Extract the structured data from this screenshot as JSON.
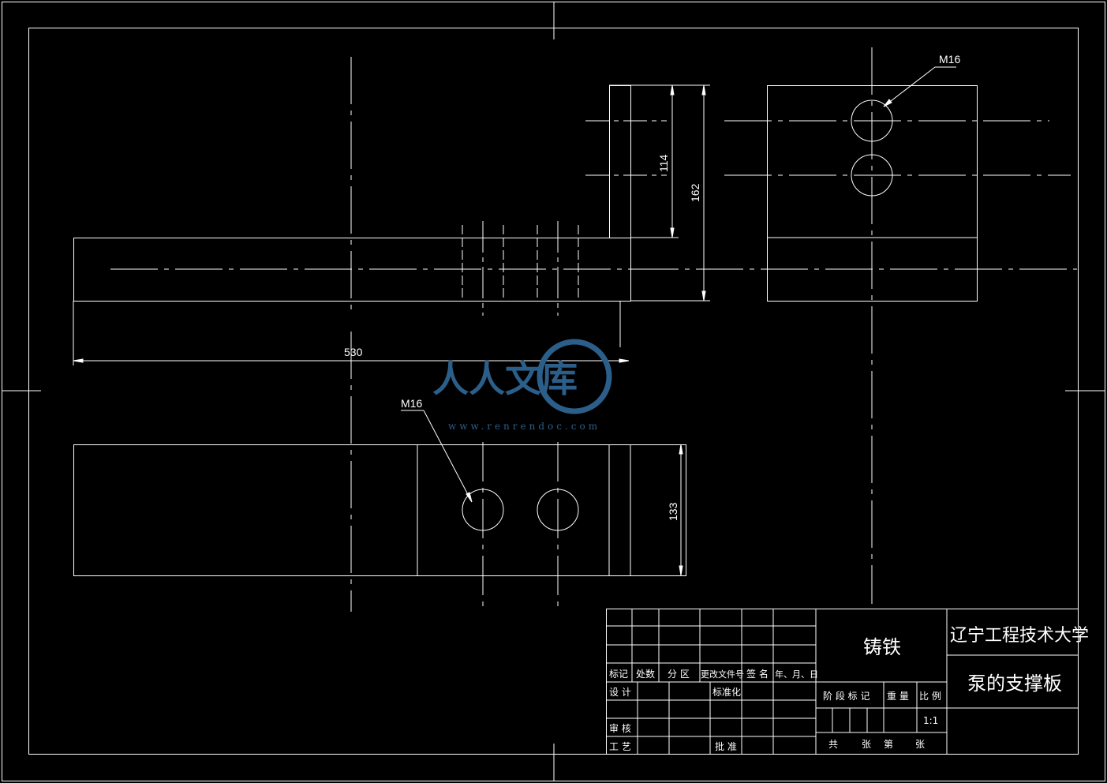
{
  "dimensions": {
    "length": "530",
    "height_114": "114",
    "height_162": "162",
    "height_133": "133",
    "thread_top": "M16",
    "thread_bottom": "M16"
  },
  "title_block": {
    "material": "铸铁",
    "school": "辽宁工程技术大学",
    "part_name": "泵的支撑板",
    "scale": "1:1",
    "headers": {
      "mark": "标记",
      "count": "处数",
      "zone": "分 区",
      "change_doc": "更改文件号",
      "signature": "签 名",
      "date": "年、月、日"
    },
    "rows": {
      "design": "设 计",
      "standardization": "标准化",
      "review": "审 核",
      "process": "工 艺",
      "approve": "批 准"
    },
    "right_headers": {
      "stage_mark": "阶 段 标 记",
      "weight": "重 量",
      "ratio": "比 例"
    },
    "sheets": {
      "total": "共",
      "sheet1": "张",
      "nth": "第",
      "sheet2": "张"
    }
  },
  "watermark": {
    "text": "人人文库",
    "url": "www.renrendoc.com"
  },
  "colors": {
    "background": "#000000",
    "line": "#ffffff",
    "watermark": "#2b5f8a"
  }
}
